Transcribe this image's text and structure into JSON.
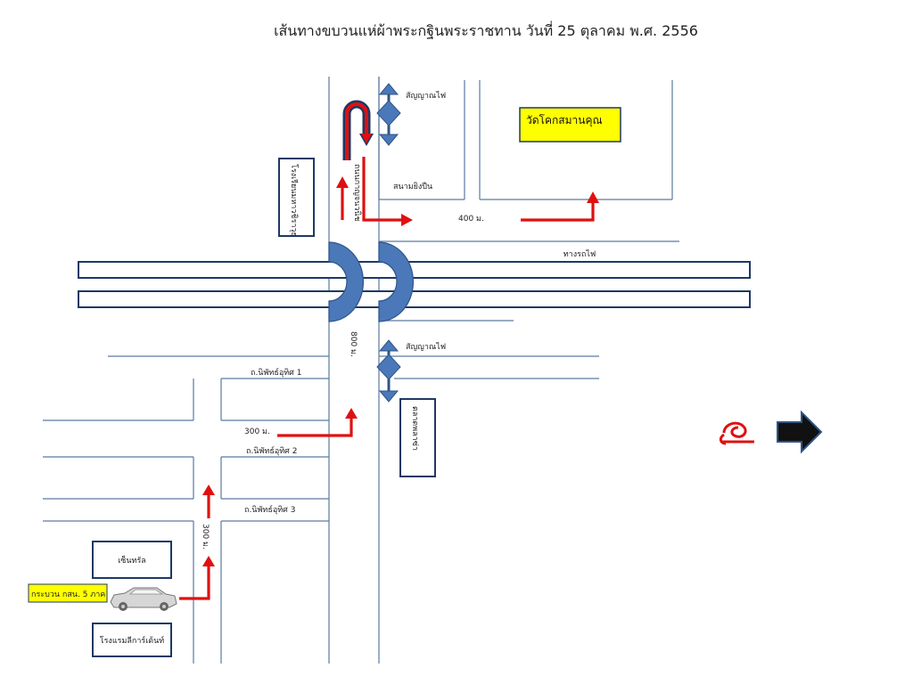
{
  "title": "เส้นทางขบวนแห่ผ้าพระกฐินพระราชทาน   วันที่ 25 ตุลาคม พ.ศ. 2556",
  "places": {
    "temple": "วัดโคกสมานคุณ",
    "shooting_range": "สนามยิงปืน",
    "left_top_box": "โรงเรียนมหาวชิราวุธ",
    "road_left_top": "ถนนกาญจนวนิช",
    "right_mid_box": "ตลาดพลาซ่า",
    "central": "เซ็นทรัล",
    "hotel": "โรงแรมลีการ์เด้นท์"
  },
  "labels": {
    "signal_top": "สัญญาณไฟ",
    "signal_mid": "สัญญาณไฟ",
    "railway": "ทางรถไฟ",
    "dist_400": "400 ม.",
    "dist_800": "800 ม.",
    "dist_300_right": "300 ม.",
    "dist_300_down": "300 ม.",
    "road_1": "ถ.นิพัทธ์อุทิศ 1",
    "road_2": "ถ.นิพัทธ์อุทิศ 2",
    "road_3": "ถ.นิพัทธ์อุทิศ 3",
    "convoy": "กระบวน กสน. 5 ภาค"
  },
  "colors": {
    "route": "#e01010",
    "road": "#5a7aa0",
    "bridge": "#4a78b8",
    "highlight": "#ffff00"
  },
  "icons": [
    "car-icon",
    "u-turn-arrow-icon",
    "traffic-signal-icon",
    "loop-symbol-icon",
    "next-arrow-icon"
  ]
}
